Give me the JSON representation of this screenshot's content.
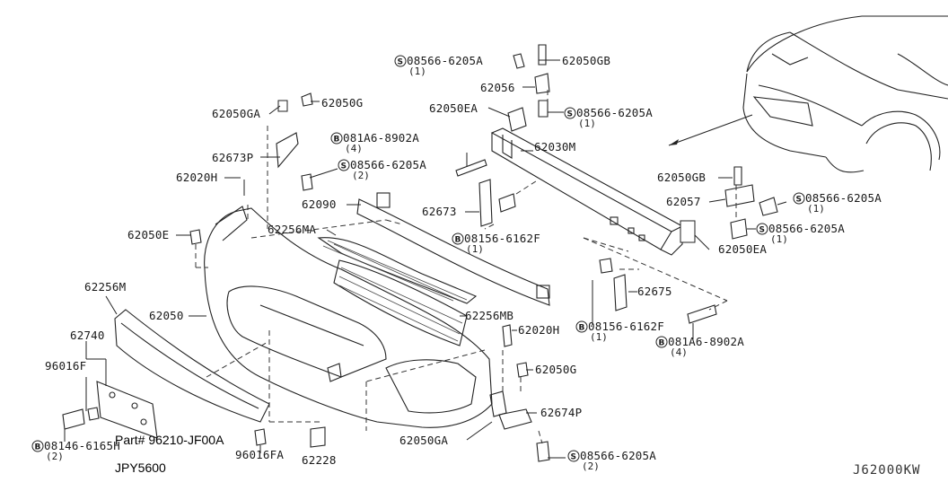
{
  "diagram": {
    "code": "J62000KW",
    "part_number": "Part# 96210-JF00A",
    "price": "JPY5600",
    "labels": {
      "l_62050GB_top": "62050GB",
      "l_08566_a": "08566-6205A",
      "l_08566_a_qty": "(1)",
      "l_62056": "62056",
      "l_62050EA_top": "62050EA",
      "l_08566_b": "08566-6205A",
      "l_08566_b_qty": "(1)",
      "l_62050GA_left": "62050GA",
      "l_62050G_top": "62050G",
      "l_081A6_top": "081A6-8902A",
      "l_081A6_top_qty": "(4)",
      "l_62030M": "62030M",
      "l_62673P": "62673P",
      "l_08566_c": "08566-6205A",
      "l_08566_c_qty": "(2)",
      "l_62020H_top": "62020H",
      "l_62090": "62090",
      "l_62673": "62673",
      "l_62256MA": "62256MA",
      "l_08156_top": "08156-6162F",
      "l_08156_top_qty": "(1)",
      "l_62050E": "62050E",
      "l_62050GB_right": "62050GB",
      "l_62057": "62057",
      "l_08566_d": "08566-6205A",
      "l_08566_d_qty": "(1)",
      "l_08566_e": "08566-6205A",
      "l_08566_e_qty": "(1)",
      "l_62050EA_right": "62050EA",
      "l_62256M": "62256M",
      "l_62675": "62675",
      "l_62050": "62050",
      "l_62256MB": "62256MB",
      "l_08156_bot": "08156-6162F",
      "l_08156_bot_qty": "(1)",
      "l_62740": "62740",
      "l_62020H_bot": "62020H",
      "l_081A6_bot": "081A6-8902A",
      "l_081A6_bot_qty": "(4)",
      "l_96016F": "96016F",
      "l_62050G_bot": "62050G",
      "l_62674P": "62674P",
      "l_08146": "08146-6165H",
      "l_08146_qty": "(2)",
      "l_62050GA_bot": "62050GA",
      "l_96016FA": "96016FA",
      "l_62228": "62228",
      "l_08566_f": "08566-6205A",
      "l_08566_f_qty": "(2)"
    },
    "symbols": {
      "s": "S",
      "b": "B"
    }
  }
}
